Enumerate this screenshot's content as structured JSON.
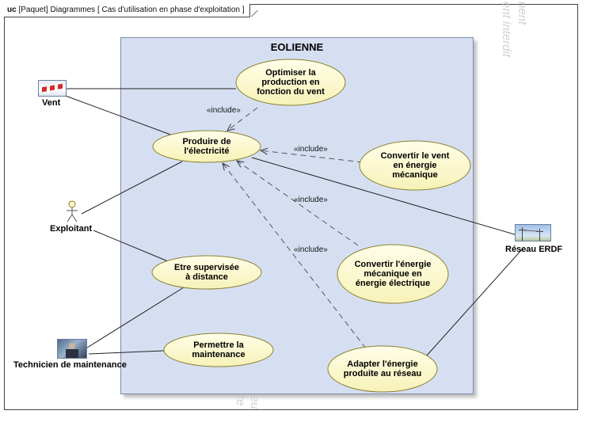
{
  "header": {
    "kind": "uc",
    "text": "[Paquet] Diagrammes [ Cas d'utilisation en phase d'exploitation ]"
  },
  "system": {
    "name": "EOLIENNE"
  },
  "actors": {
    "vent": "Vent",
    "exploitant": "Exploitant",
    "technicien": "Technicien de maintenance",
    "reseau": "Réseau ERDF"
  },
  "use_cases": {
    "optimiser": "Optimiser la\nproduction en\nfonction du vent",
    "produire": "Produire de\nl'électricité",
    "convertir_vent": "Convertir le vent\nen énergie\nmécanique",
    "convertir_energie": "Convertir l'énergie\nmécanique en\nénergie électrique",
    "supervisee": "Etre supervisée\nà distance",
    "maintenance": "Permettre la\nmaintenance",
    "adapter": "Adapter l'énergie\nproduite au réseau"
  },
  "relations": {
    "include_label": "«include»"
  },
  "colors": {
    "system_fill": "#d6dff2",
    "usecase_fill": "#fdfbd2",
    "usecase_border": "#8a8230"
  }
}
